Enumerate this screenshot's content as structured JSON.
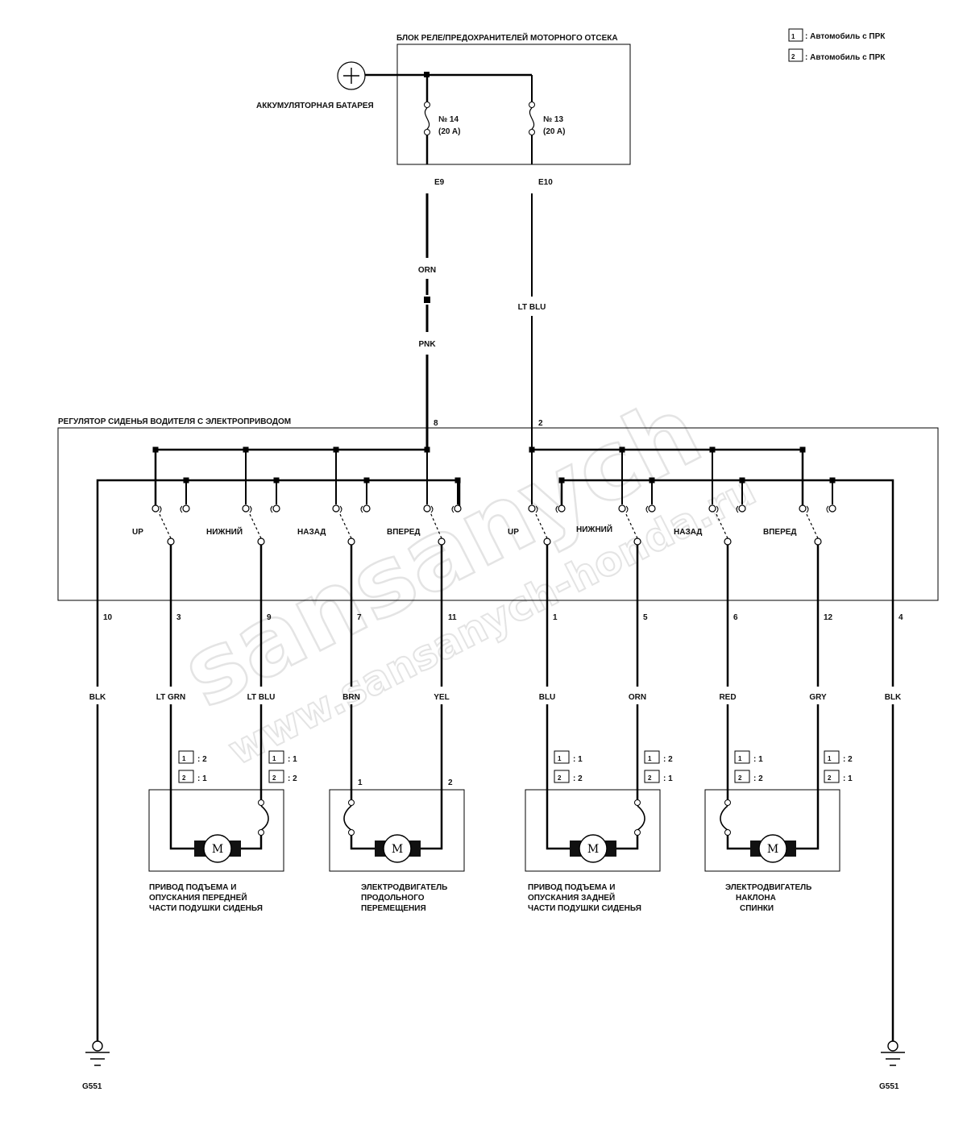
{
  "legend": [
    {
      "box": "1",
      "text": ": Автомобиль с ПРК"
    },
    {
      "box": "2",
      "text": ": Автомобиль с ПРК"
    }
  ],
  "fuse_block": {
    "title": "БЛОК РЕЛЕ/ПРЕДОХРАНИТЕЛЕЙ МОТОРНОГО ОТСЕКА",
    "fuses": [
      {
        "number": "№ 14",
        "rating": "(20 A)",
        "terminal": "E9"
      },
      {
        "number": "№ 13",
        "rating": "(20 A)",
        "terminal": "E10"
      }
    ]
  },
  "battery": {
    "label": "АККУМУЛЯТОРНАЯ БАТАРЕЯ"
  },
  "feed_wires": {
    "left_top": "ORN",
    "left_bottom": "PNK",
    "right": "LT BLU"
  },
  "seat_switch": {
    "title": "РЕГУЛЯТОР СИДЕНЬЯ ВОДИТЕЛЯ С ЭЛЕКТРОПРИВОДОМ",
    "input_pins": [
      "8",
      "2"
    ],
    "left_switches": [
      "UP",
      "НИЖНИЙ",
      "НАЗАД",
      "ВПЕРЕД"
    ],
    "right_switches": [
      "UP",
      "НИЖНИЙ",
      "НАЗАД",
      "ВПЕРЕД"
    ],
    "output_pins": [
      "10",
      "3",
      "9",
      "7",
      "11",
      "1",
      "5",
      "6",
      "12",
      "4"
    ]
  },
  "wire_colors": [
    "BLK",
    "LT GRN",
    "LT BLU",
    "BRN",
    "YEL",
    "BLU",
    "ORN",
    "RED",
    "GRY",
    "BLK"
  ],
  "connector_notes": [
    {
      "box1": "1",
      "val1": ": 2",
      "box2": "2",
      "val2": ": 1"
    },
    {
      "box1": "1",
      "val1": ": 1",
      "box2": "2",
      "val2": ": 2"
    },
    {
      "box1": "1",
      "val1": ": 1",
      "box2": "2",
      "val2": ": 2"
    },
    {
      "box1": "1",
      "val1": ": 2",
      "box2": "2",
      "val2": ": 1"
    },
    {
      "box1": "1",
      "val1": ": 1",
      "box2": "2",
      "val2": ": 2"
    },
    {
      "box1": "1",
      "val1": ": 2",
      "box2": "2",
      "val2": ": 1"
    }
  ],
  "motor_pins": [
    "1",
    "2"
  ],
  "motor_symbol": "M",
  "motors": [
    {
      "lines": [
        "ПРИВОД ПОДЪЕМА И",
        "ОПУСКАНИЯ ПЕРЕДНЕЙ",
        "ЧАСТИ ПОДУШКИ СИДЕНЬЯ"
      ]
    },
    {
      "lines": [
        "ЭЛЕКТРОДВИГАТЕЛЬ",
        "ПРОДОЛЬНОГО",
        "ПЕРЕМЕЩЕНИЯ"
      ]
    },
    {
      "lines": [
        "ПРИВОД ПОДЪЕМА И",
        "ОПУСКАНИЯ ЗАДНЕЙ",
        "ЧАСТИ ПОДУШКИ СИДЕНЬЯ"
      ]
    },
    {
      "lines": [
        "ЭЛЕКТРОДВИГАТЕЛЬ",
        "НАКЛОНА",
        "СПИНКИ"
      ]
    }
  ],
  "grounds": [
    "G551",
    "G551"
  ],
  "watermark": [
    "sansanych",
    "www.sansanych-honda.ru"
  ]
}
